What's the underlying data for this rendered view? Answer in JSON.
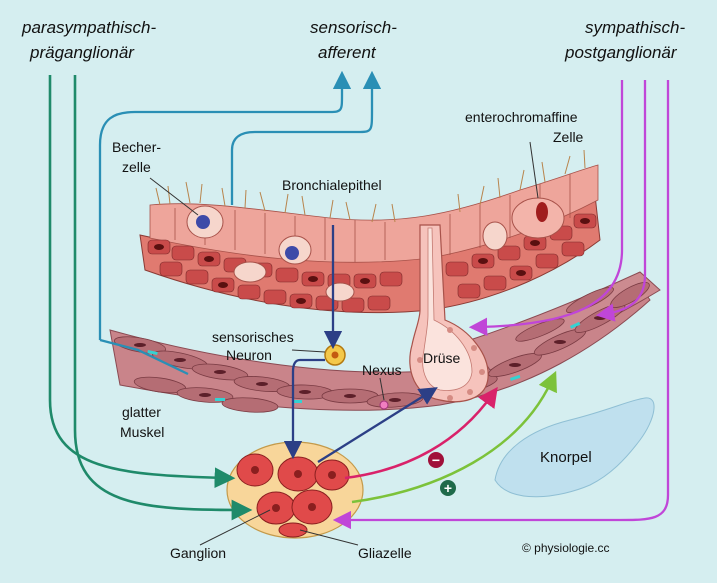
{
  "headers": {
    "parasympathetic_line1": "parasympathisch-",
    "parasympathetic_line2": "präganglionär",
    "sensory_line1": "sensorisch-",
    "sensory_line2": "afferent",
    "sympathetic_line1": "sympathisch-",
    "sympathetic_line2": "postganglionär"
  },
  "labels": {
    "goblet_line1": "Becher-",
    "goblet_line2": "zelle",
    "epithelium": "Bronchialepithel",
    "enterochromaffin_line1": "enterochromaffine",
    "enterochromaffin_line2": "Zelle",
    "sensory_neuron_line1": "sensorisches",
    "sensory_neuron_line2": "Neuron",
    "nexus": "Nexus",
    "gland": "Drüse",
    "smooth_muscle_line1": "glatter",
    "smooth_muscle_line2": "Muskel",
    "cartilage": "Knorpel",
    "ganglion": "Ganglion",
    "glia": "Gliazelle",
    "minus": "−",
    "plus": "+",
    "copyright": "© physiologie.cc"
  },
  "colors": {
    "background": "#d5eef0",
    "parasympathetic": "#1f8a6a",
    "sensory": "#2a8fb5",
    "sympathetic": "#c046d8",
    "efferent_inhibitory": "#d9226a",
    "efferent_excitatory": "#7cc23a",
    "neuron_path": "#2c3f86",
    "epithelium": "#e8948c",
    "muscle": "#c9848a",
    "cartilage": "#bfe0ee",
    "ganglion": "#f8d69a"
  }
}
